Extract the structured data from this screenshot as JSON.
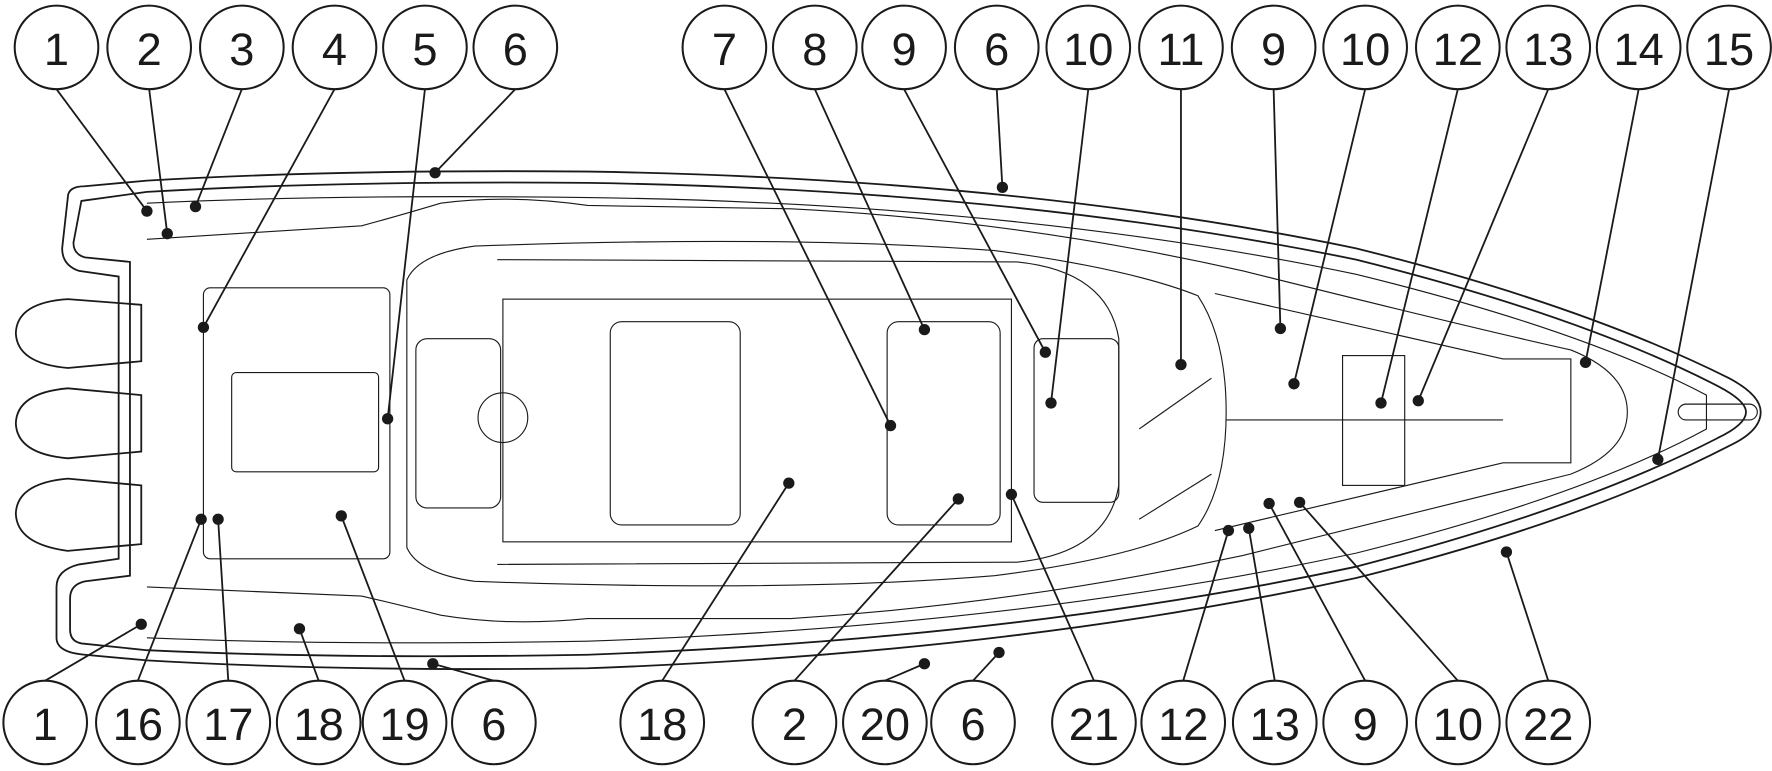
{
  "diagram": {
    "callouts_top": [
      "1",
      "2",
      "3",
      "4",
      "5",
      "6",
      "7",
      "8",
      "9",
      "6",
      "10",
      "11",
      "9",
      "10",
      "12",
      "13",
      "14",
      "15"
    ],
    "callouts_bottom": [
      "1",
      "16",
      "17",
      "18",
      "19",
      "6",
      "18",
      "2",
      "20",
      "6",
      "21",
      "12",
      "13",
      "9",
      "10",
      "22"
    ],
    "line_color": "#1a1a1a"
  }
}
